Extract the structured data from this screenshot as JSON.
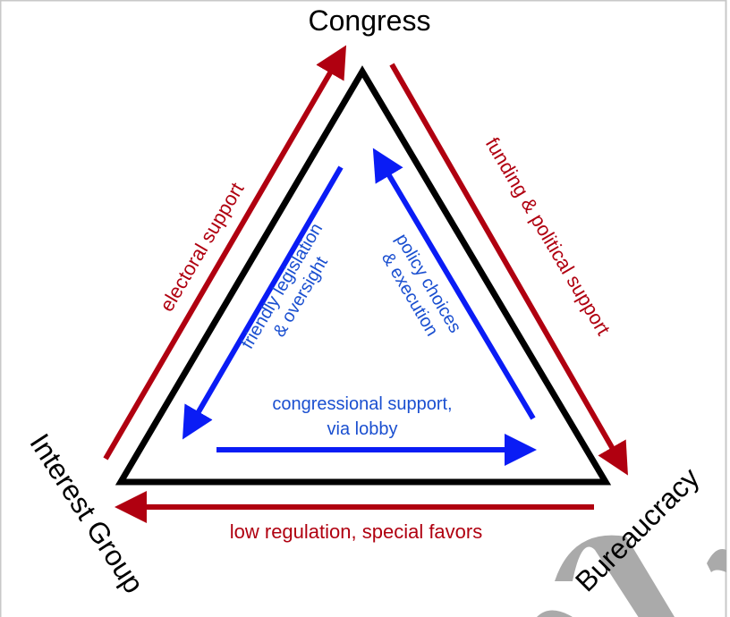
{
  "nodes": {
    "congress": "Congress",
    "interest_group": "Interest Group",
    "bureaucracy": "Bureaucracy"
  },
  "outer_flows": {
    "to_congress": "electoral support",
    "to_bureaucracy": "funding & political support",
    "to_interest_group": "low regulation, special favors"
  },
  "inner_flows": {
    "to_interest_group": [
      "friendly legislation",
      "& oversight"
    ],
    "to_congress": [
      "policy choices",
      "& execution"
    ],
    "to_bureaucracy": [
      "congressional support,",
      "via lobby"
    ]
  },
  "colors": {
    "outer": "#b00010",
    "inner": "#0a1cf5",
    "triangle": "#000000",
    "watermark": "#aaaaaa"
  }
}
